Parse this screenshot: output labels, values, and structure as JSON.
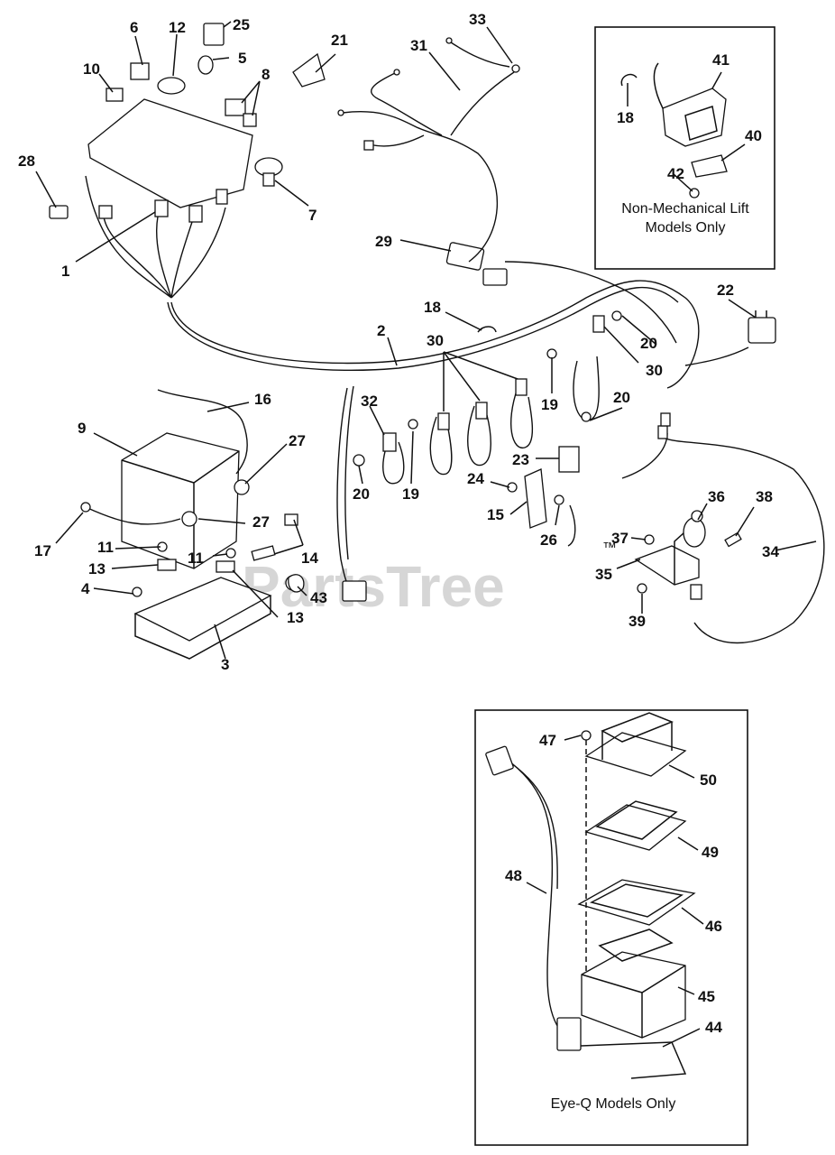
{
  "watermark": "PartsTree",
  "watermark_mark": "™",
  "insets": {
    "non_mechanical": {
      "caption_line1": "Non-Mechanical Lift",
      "caption_line2": "Models Only"
    },
    "eye_q": {
      "caption": "Eye-Q Models Only"
    }
  },
  "labels": {
    "n1": "1",
    "n2": "2",
    "n3": "3",
    "n4": "4",
    "n5": "5",
    "n6": "6",
    "n7": "7",
    "n8": "8",
    "n9": "9",
    "n10": "10",
    "n11a": "11",
    "n11b": "11",
    "n12": "12",
    "n13a": "13",
    "n13b": "13",
    "n14": "14",
    "n15": "15",
    "n16": "16",
    "n17": "17",
    "n18a": "18",
    "n18b": "18",
    "n19a": "19",
    "n19b": "19",
    "n20a": "20",
    "n20b": "20",
    "n20c": "20",
    "n21": "21",
    "n22": "22",
    "n23": "23",
    "n24": "24",
    "n25": "25",
    "n26": "26",
    "n27a": "27",
    "n27b": "27",
    "n28": "28",
    "n29": "29",
    "n30a": "30",
    "n30b": "30",
    "n31": "31",
    "n32": "32",
    "n33": "33",
    "n34": "34",
    "n35": "35",
    "n36": "36",
    "n37": "37",
    "n38": "38",
    "n39": "39",
    "n40": "40",
    "n41": "41",
    "n42": "42",
    "n43": "43",
    "n44": "44",
    "n45": "45",
    "n46": "46",
    "n47": "47",
    "n48": "48",
    "n49": "49",
    "n50": "50"
  }
}
